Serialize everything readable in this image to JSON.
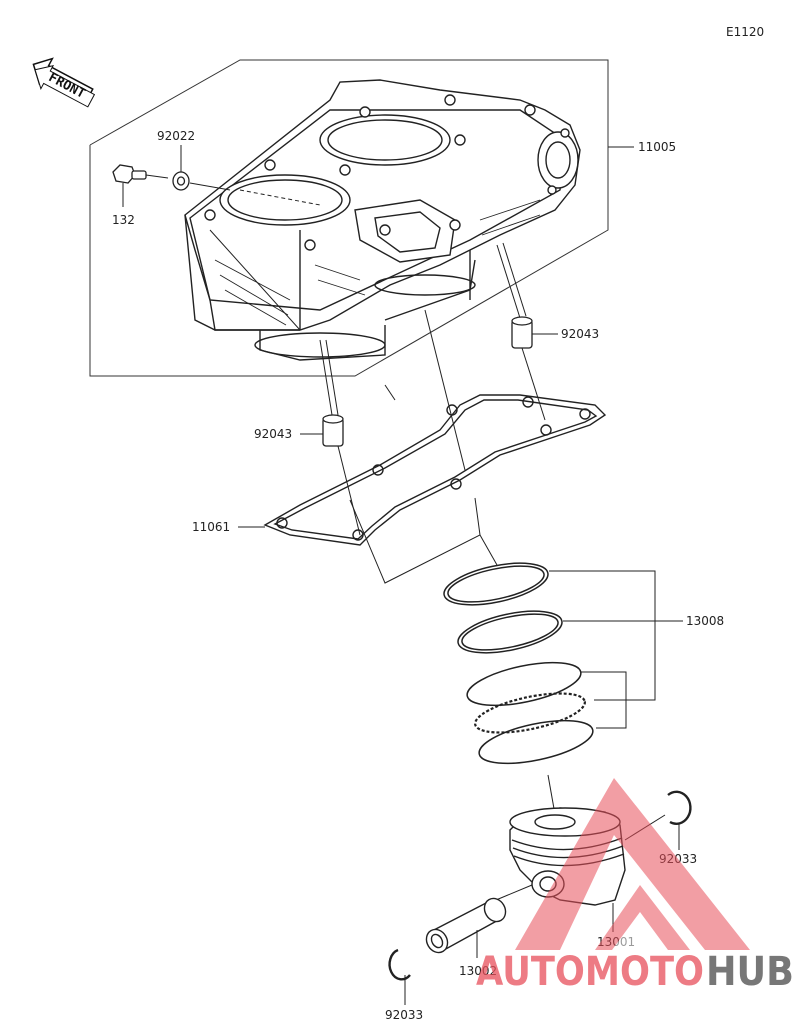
{
  "diagram_code": "E1120",
  "front_label": "FRONT",
  "labels": {
    "cylinder": "11005",
    "washer": "92022",
    "bolt": "132",
    "dowel_pin_upper": "92043",
    "dowel_pin_lower": "92043",
    "gasket": "11061",
    "piston_ring_set": "13008",
    "piston": "13001",
    "piston_pin": "13002",
    "snap_ring_right": "92033",
    "snap_ring_bottom": "92033"
  },
  "watermark": {
    "part1": "AUTOMOTO",
    "part2": "HUB",
    "color_accent": "#e8505b",
    "color_dark": "#4a4a4a"
  }
}
